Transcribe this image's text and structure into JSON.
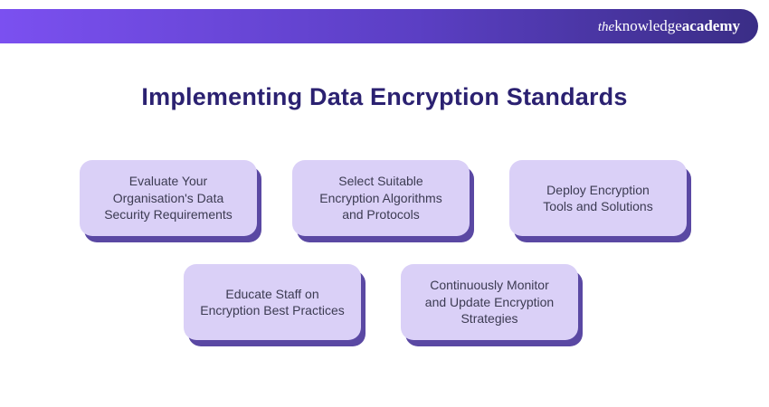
{
  "header": {
    "logo": {
      "part_the": "the",
      "part_knowledge": "knowledge",
      "part_academy": "academy"
    },
    "gradient_start": "#7b50f0",
    "gradient_end": "#3a2d86"
  },
  "title": "Implementing Data Encryption Standards",
  "colors": {
    "title_text": "#2b2171",
    "card_background": "#dad0f7",
    "card_shadow": "#5a48a3",
    "card_text": "#3c3b52",
    "page_background": "#ffffff",
    "logo_text": "#ffffff"
  },
  "cards": [
    {
      "label": "Evaluate Your\nOrganisation's Data\nSecurity Requirements"
    },
    {
      "label": "Select Suitable\nEncryption Algorithms\nand Protocols"
    },
    {
      "label": "Deploy Encryption\nTools and Solutions"
    },
    {
      "label": "Educate Staff on\nEncryption Best Practices"
    },
    {
      "label": "Continuously Monitor\nand Update Encryption\nStrategies"
    }
  ]
}
